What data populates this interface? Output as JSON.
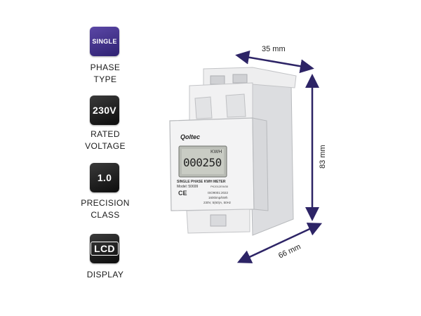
{
  "specs": [
    {
      "badge": "SINGLE",
      "label_line1": "PHASE",
      "label_line2": "TYPE",
      "badge_color": "#3f2f8a"
    },
    {
      "badge": "230V",
      "label_line1": "RATED",
      "label_line2": "VOLTAGE",
      "badge_color": "#1a1a1a"
    },
    {
      "badge": "1.0",
      "label_line1": "PRECISION",
      "label_line2": "CLASS",
      "badge_color": "#1a1a1a"
    },
    {
      "badge": "LCD",
      "label_line1": "DISPLAY",
      "label_line2": "",
      "badge_color": "#1a1a1a"
    }
  ],
  "dimensions": {
    "width": "35 mm",
    "height": "83 mm",
    "depth": "66 mm"
  },
  "device": {
    "brand": "Qoltec",
    "unit": "KWH",
    "reading": "000250",
    "title": "SINGLE PHASE KWH METER",
    "model": "Model: 50699",
    "code": "PK2012EW30",
    "iso": "ISO9001:2022",
    "impulse": "1600imp/kWh",
    "rating": "230V, 5(60)A, 50Hz"
  },
  "colors": {
    "arrow": "#2d2466",
    "device_body": "#e9eaec"
  }
}
